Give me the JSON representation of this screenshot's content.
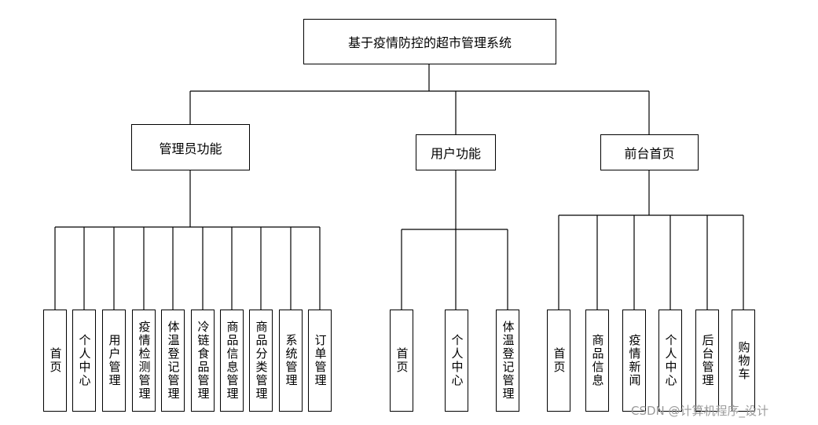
{
  "root": "基于疫情防控的超市管理系统",
  "groups": [
    {
      "label": "管理员功能",
      "children": [
        "首页",
        "个人中心",
        "用户管理",
        "疫情检测管理",
        "体温登记管理",
        "冷链食品管理",
        "商品信息管理",
        "商品分类管理",
        "系统管理",
        "订单管理"
      ]
    },
    {
      "label": "用户功能",
      "children": [
        "首页",
        "个人中心",
        "体温登记管理"
      ]
    },
    {
      "label": "前台首页",
      "children": [
        "首页",
        "商品信息",
        "疫情新闻",
        "个人中心",
        "后台管理",
        "购物车"
      ]
    }
  ],
  "watermark": "CSDN @计算机程序_设计"
}
